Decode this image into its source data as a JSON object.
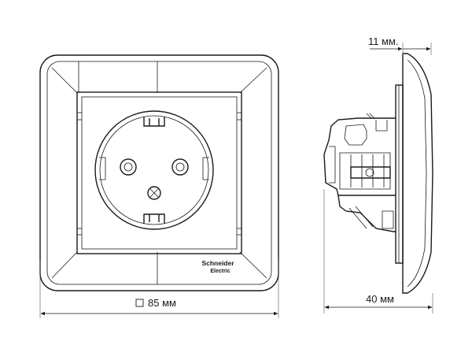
{
  "dimensions": {
    "front_width": "85 мм",
    "side_depth": "40 мм",
    "frame_protrusion": "11 мм."
  },
  "brand": {
    "line1": "Schneider",
    "line2": "Electric"
  }
}
